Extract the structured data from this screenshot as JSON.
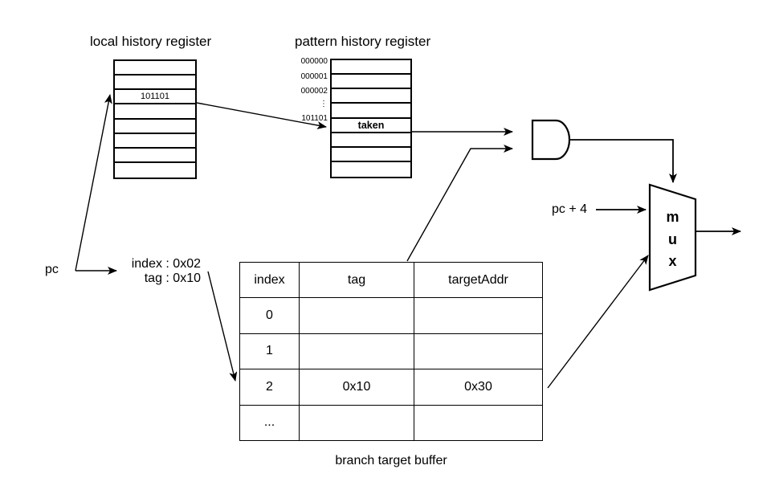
{
  "canvas": {
    "background": "#ffffff",
    "ink": "#000000"
  },
  "local_history_register": {
    "title": "local history register",
    "rows": [
      "",
      "",
      "101101",
      "",
      "",
      "",
      "",
      ""
    ]
  },
  "pattern_history_register": {
    "title": "pattern history register",
    "index_labels": [
      "000000",
      "000001",
      "000002",
      "⋮",
      "101101"
    ],
    "rows": [
      "",
      "",
      "",
      "",
      "taken",
      "",
      "",
      ""
    ]
  },
  "pc": {
    "label": "pc"
  },
  "decode": {
    "index_line": "index : 0x02",
    "tag_line": "tag : 0x10"
  },
  "pc_plus_4": {
    "label": "pc + 4"
  },
  "mux": {
    "letters": [
      "m",
      "u",
      "x"
    ]
  },
  "branch_target_buffer": {
    "caption": "branch target buffer",
    "headers": [
      "index",
      "tag",
      "targetAddr"
    ],
    "rows": [
      [
        "0",
        "",
        ""
      ],
      [
        "1",
        "",
        ""
      ],
      [
        "2",
        "0x10",
        "0x30"
      ],
      [
        "...",
        "",
        ""
      ]
    ]
  }
}
